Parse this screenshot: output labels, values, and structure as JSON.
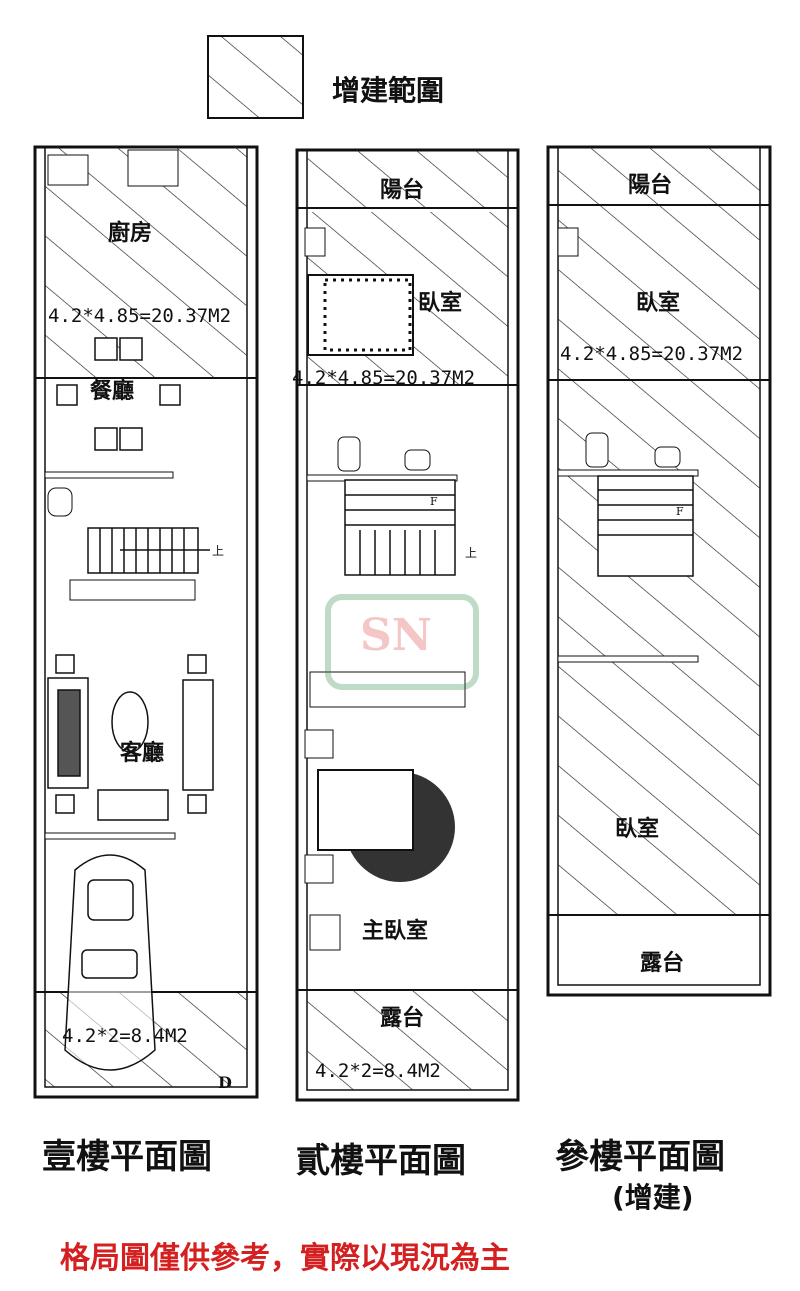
{
  "legend": {
    "label": "增建範圍"
  },
  "floors": [
    {
      "caption": "壹樓平面圖",
      "rooms": {
        "kitchen": "廚房",
        "dining": "餐廳",
        "living": "客廳"
      },
      "kitchen_area": "4.2*4.85=20.37M2",
      "garage_area": "4.2*2=8.4M2",
      "stair_mark": "上",
      "door_mark": "D"
    },
    {
      "caption": "貳樓平面圖",
      "rooms": {
        "balcony": "陽台",
        "bedroom": "臥室",
        "master": "主臥室",
        "terrace": "露台"
      },
      "bedroom_area": "4.2*4.85=20.37M2",
      "terrace_area": "4.2*2=8.4M2",
      "stair_up": "上",
      "stair_down": "F"
    },
    {
      "caption": "參樓平面圖",
      "sub_caption": "(增建)",
      "rooms": {
        "balcony": "陽台",
        "bedroom": "臥室",
        "bedroom2": "臥室",
        "terrace": "露台"
      },
      "bedroom_area": "4.2*4.85=20.37M2",
      "stair_down": "F"
    }
  ],
  "disclaimer": "格局圖僅供參考，實際以現況為主",
  "colors": {
    "line": "#111111",
    "note": "#d42020"
  }
}
